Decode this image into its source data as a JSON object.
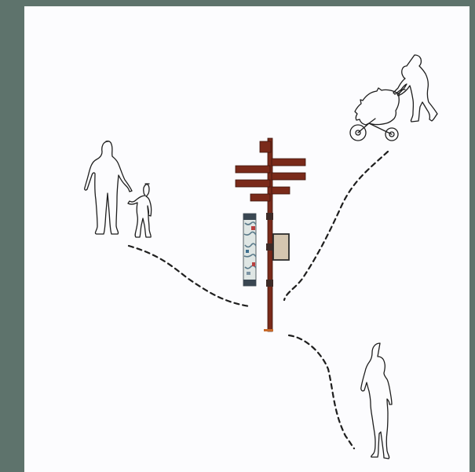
{
  "diagram": {
    "colors": {
      "background_frame": "#5e736c",
      "paper": "#fcfcfe",
      "signpost_wood": "#7a2a1a",
      "signpost_dark": "#4a1a10",
      "info_panel": "#d4c6b0",
      "figure_outline": "#1e1e1e",
      "path_dash": "#1e1e1e"
    },
    "elements": [
      "parent-and-child-figure",
      "person-pushing-stroller-figure",
      "walking-woman-figure",
      "wayfinding-signpost",
      "dashed-footpaths"
    ]
  }
}
